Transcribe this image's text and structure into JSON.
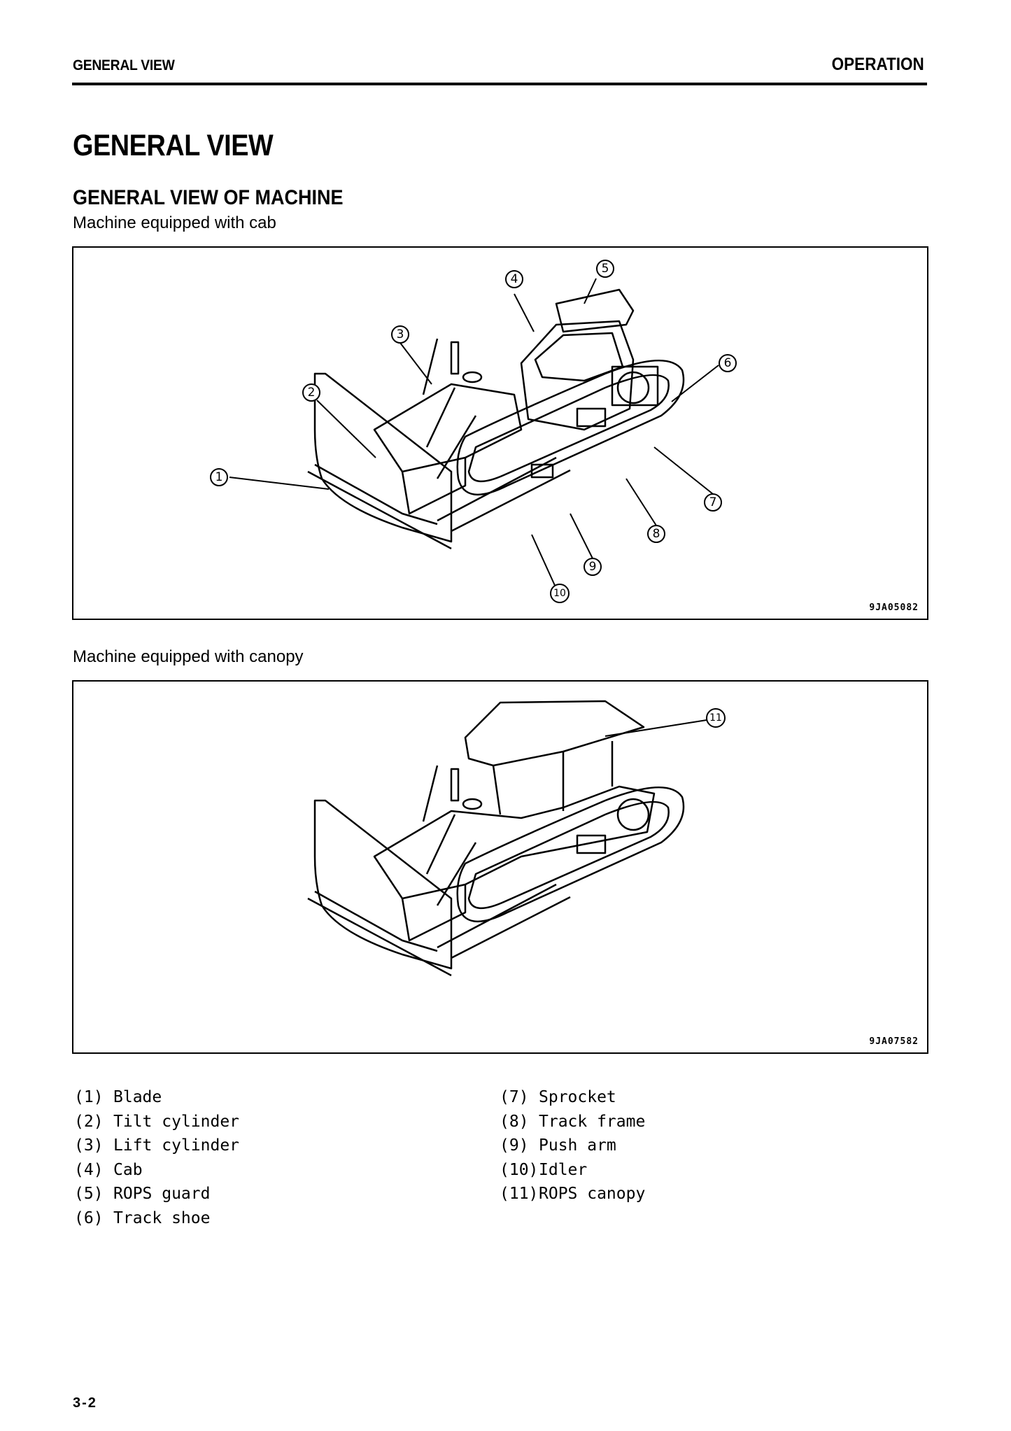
{
  "header": {
    "section": "GENERAL VIEW",
    "chapter": "OPERATION"
  },
  "title": "GENERAL VIEW",
  "subtitle": "GENERAL VIEW OF MACHINE",
  "figures": [
    {
      "caption": "Machine equipped with cab",
      "code": "9JA05082"
    },
    {
      "caption": "Machine equipped with canopy",
      "code": "9JA07582"
    }
  ],
  "callouts_cab": [
    "1",
    "2",
    "3",
    "4",
    "5",
    "6",
    "7",
    "8",
    "9",
    "10"
  ],
  "callouts_canopy": [
    "11"
  ],
  "legend": {
    "left": [
      {
        "num": "(1)",
        "label": "Blade"
      },
      {
        "num": "(2)",
        "label": "Tilt cylinder"
      },
      {
        "num": "(3)",
        "label": "Lift cylinder"
      },
      {
        "num": "(4)",
        "label": "Cab"
      },
      {
        "num": "(5)",
        "label": "ROPS guard"
      },
      {
        "num": "(6)",
        "label": "Track shoe"
      }
    ],
    "right": [
      {
        "num": "(7)",
        "label": "Sprocket"
      },
      {
        "num": "(8)",
        "label": "Track frame"
      },
      {
        "num": "(9)",
        "label": "Push arm"
      },
      {
        "num": "(10)",
        "label": "Idler"
      },
      {
        "num": "(11)",
        "label": "ROPS canopy"
      }
    ]
  },
  "page_number": "3-2"
}
